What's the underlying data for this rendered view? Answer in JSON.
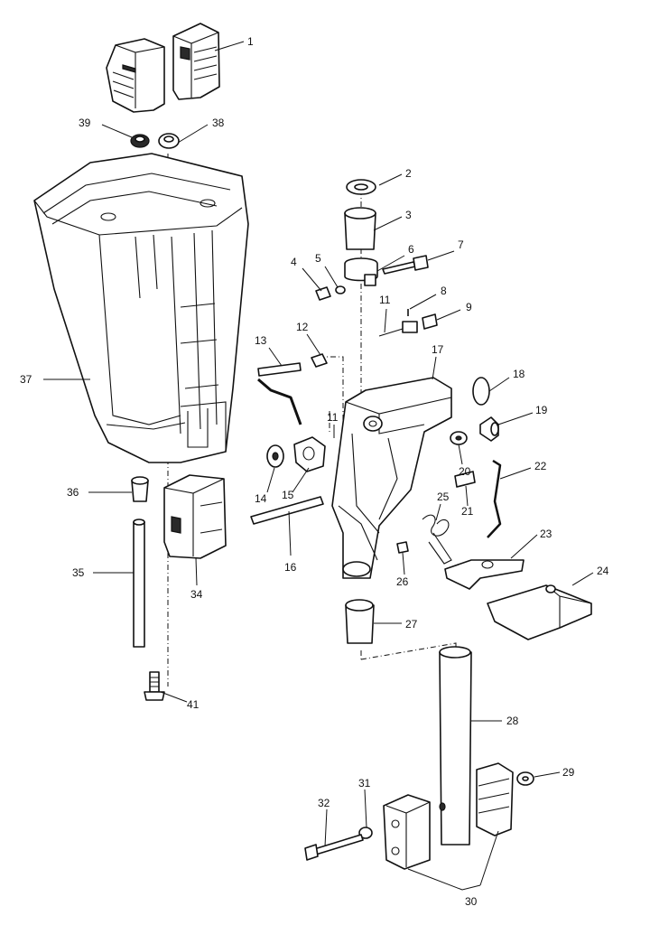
{
  "callouts": {
    "c1": "1",
    "c2": "2",
    "c3": "3",
    "c4": "4",
    "c5": "5",
    "c6": "6",
    "c7": "7",
    "c8": "8",
    "c9": "9",
    "c11a": "11",
    "c11b": "11",
    "c12": "12",
    "c13": "13",
    "c14": "14",
    "c15": "15",
    "c16": "16",
    "c17": "17",
    "c18": "18",
    "c19": "19",
    "c20": "20",
    "c21": "21",
    "c22": "22",
    "c23": "23",
    "c24": "24",
    "c25": "25",
    "c26": "26",
    "c27": "27",
    "c28": "28",
    "c29": "29",
    "c30": "30",
    "c31": "31",
    "c32": "32",
    "c34": "34",
    "c35": "35",
    "c36": "36",
    "c37": "37",
    "c38": "38",
    "c39": "39",
    "c41": "41"
  }
}
